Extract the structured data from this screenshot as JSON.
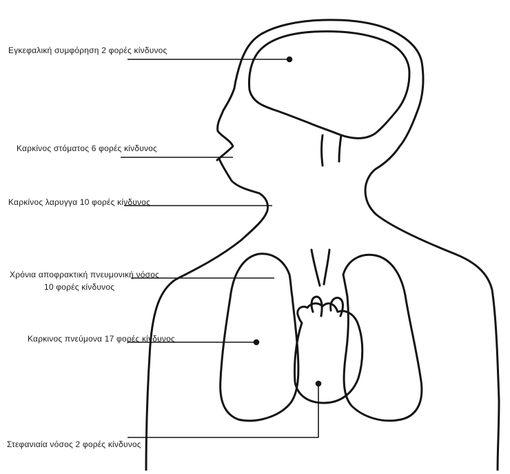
{
  "diagram": {
    "labels": [
      {
        "id": "brain",
        "text": "Εγκεφαλική συμφόρηση 2 φορές κίνδυνος"
      },
      {
        "id": "mouth",
        "text": "Καρκίνος στόματος 6 φορές κίνδυνος"
      },
      {
        "id": "larynx",
        "text": "Καρκίνος λαρυγγα 10 φορές κίνδυνος"
      },
      {
        "id": "copd_line1",
        "text": "Χρόνια αποφρακτική πνευμονική νόσος"
      },
      {
        "id": "copd_line2",
        "text": "10 φορές κίνδυνος"
      },
      {
        "id": "lung",
        "text": "Καρκινος πνεύμονα 17 φορές κίνδυνος"
      },
      {
        "id": "heart",
        "text": "Στεφανιαία νόσος 2 φορές κίνδυνος"
      }
    ]
  },
  "colors": {
    "stroke": "#141414",
    "background": "#ffffff"
  }
}
